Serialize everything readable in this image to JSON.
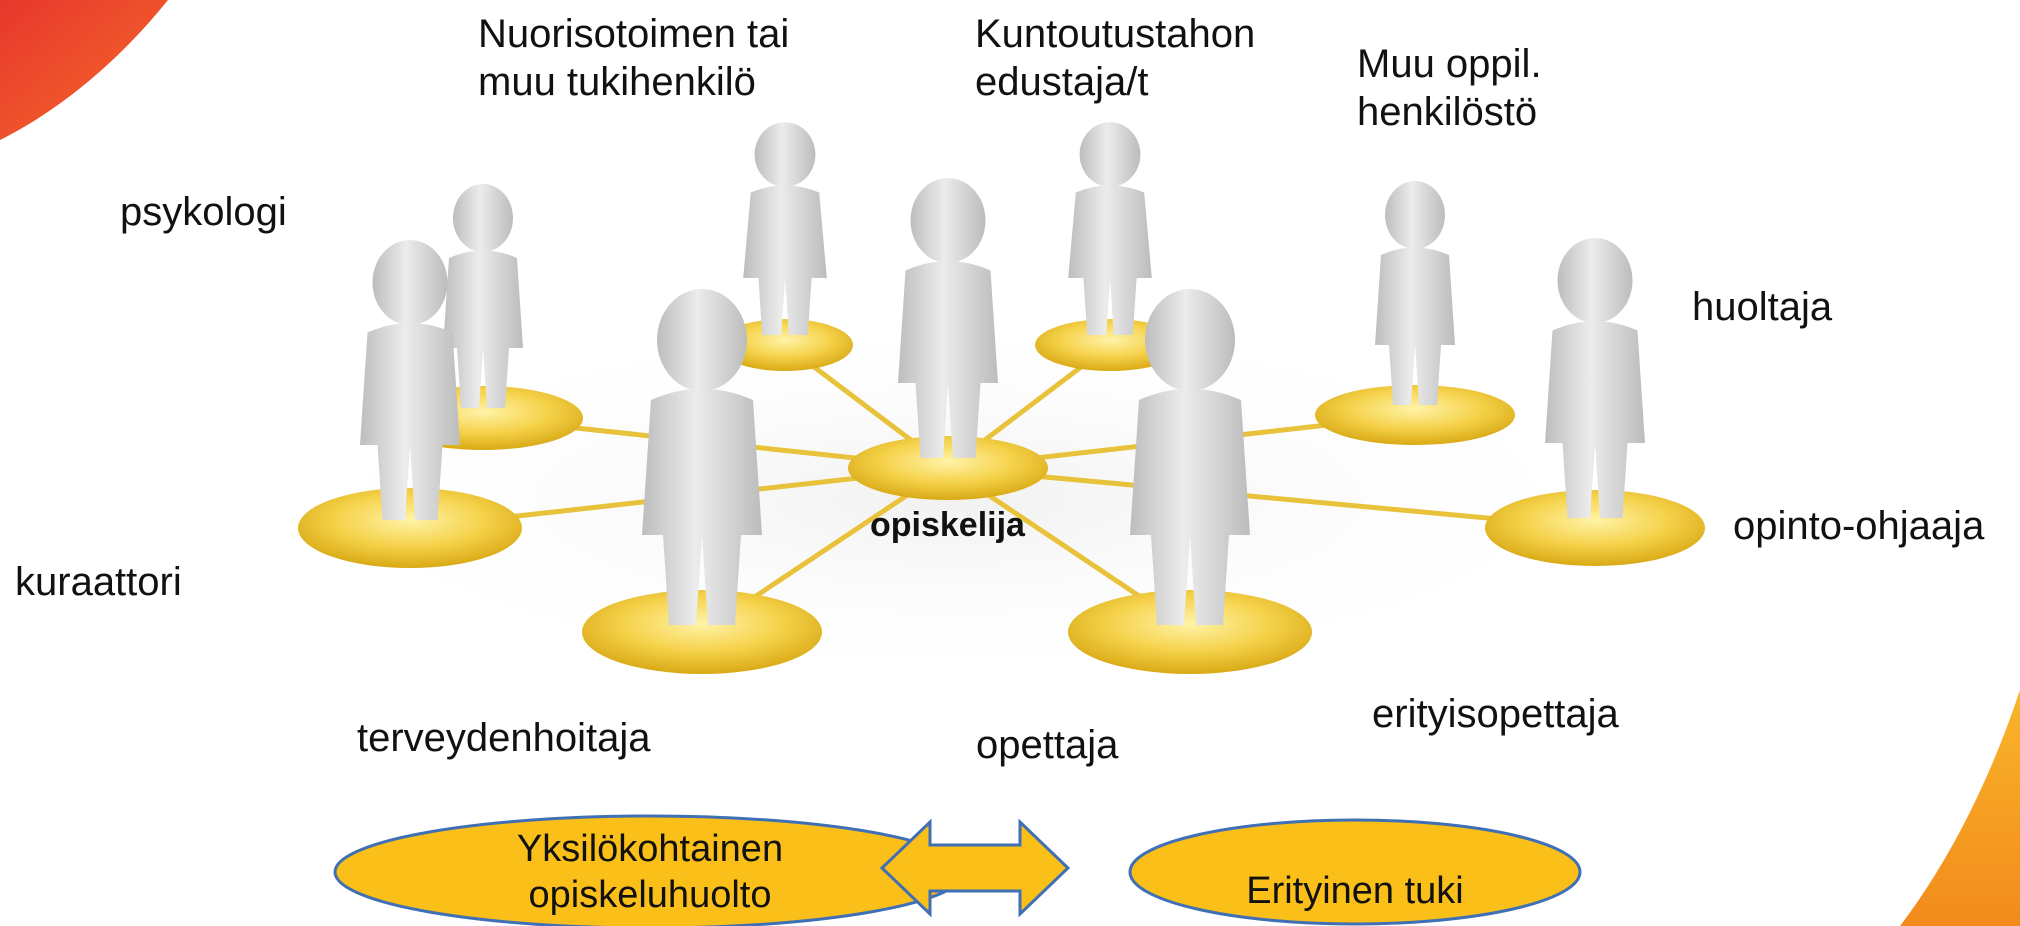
{
  "center": "opiskelija",
  "roles": {
    "nuorisotoimi": [
      "Nuorisotoimen tai",
      "muu tukihenkilö"
    ],
    "kuntoutus": [
      "Kuntoutustahon",
      "edustaja/t"
    ],
    "muu_henkilosto": [
      "Muu oppil.",
      "henkilöstö"
    ],
    "psykologi": "psykologi",
    "huoltaja": "huoltaja",
    "opinto_ohjaaja": "opinto-ohjaaja",
    "kuraattori": "kuraattori",
    "terveydenhoitaja": "terveydenhoitaja",
    "opettaja": "opettaja",
    "erityisopettaja": "erityisopettaja"
  },
  "bottom": {
    "left_oval": [
      "Yksilökohtainen",
      "opiskeluhuolto"
    ],
    "right_oval": "Erityinen tuki"
  },
  "colors": {
    "gold": "#f2c94c",
    "oval_fill": "#fbbf1a",
    "oval_stroke": "#3f6fb4",
    "figure": "#d9d9d9",
    "corner_red": "#e8372c",
    "corner_orange": "#f7a21b"
  }
}
